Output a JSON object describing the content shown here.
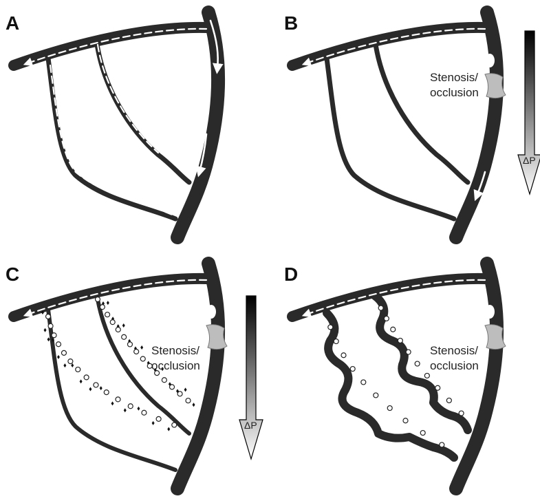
{
  "panels": {
    "a": {
      "letter": "A"
    },
    "b": {
      "letter": "B",
      "label_line1": "Stenosis/",
      "label_line2": "occlusion",
      "pressure_label": "ΔP"
    },
    "c": {
      "letter": "C",
      "label_line1": "Stenosis/",
      "label_line2": "occlusion",
      "pressure_label": "ΔP"
    },
    "d": {
      "letter": "D",
      "label_line1": "Stenosis/",
      "label_line2": "occlusion"
    }
  },
  "colors": {
    "vessel": "#2a2a2a",
    "stenosis": "#bdbdbd",
    "flow_arrow": "#ffffff",
    "gradient_top": "#000000",
    "gradient_bottom": "#ffffff"
  }
}
